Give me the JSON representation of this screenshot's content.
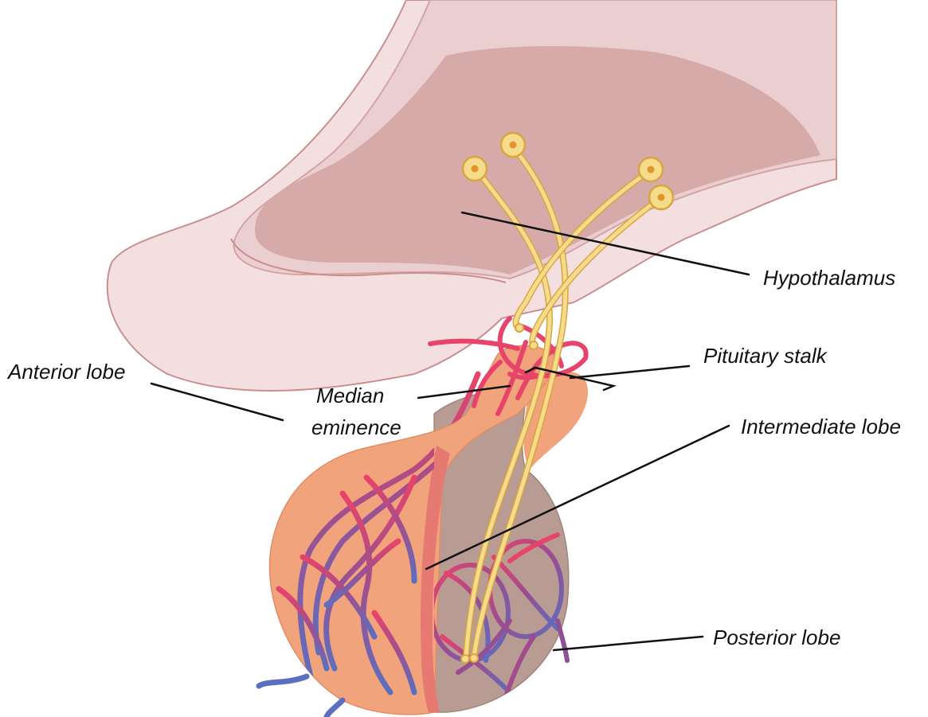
{
  "labels": {
    "hypothalamus": "Hypothalamus",
    "pituitary_stalk": "Pituitary stalk",
    "median_eminence_line1": "Median",
    "median_eminence_line2": "eminence",
    "intermediate_lobe": "Intermediate lobe",
    "anterior_lobe": "Anterior lobe",
    "posterior_lobe": "Posterior lobe"
  },
  "colors": {
    "brain_outer": "#f4dfe0",
    "brain_inner": "#e6c3c3",
    "hypothalamus": "#d6aaa8",
    "outline": "#c98f90",
    "anterior_lobe": "#f1a37c",
    "posterior_lobe": "#b89c93",
    "intermediate_lobe": "#e67a72",
    "artery": "#e8436a",
    "vein": "#5a6fc0",
    "neuron": "#f5dc8c",
    "neuron_outline": "#d9a53e",
    "neuron_nucleus": "#e0942a",
    "leader_line": "#111111"
  }
}
